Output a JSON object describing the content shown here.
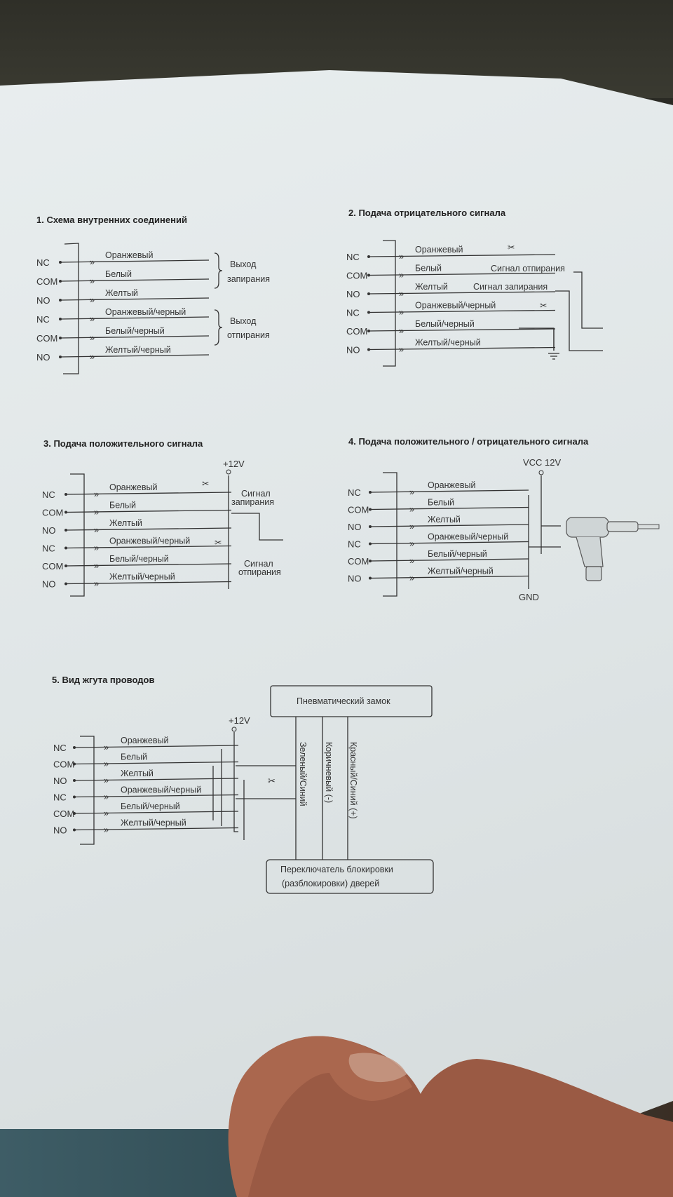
{
  "diagram1": {
    "title": "1. Схема внутренних соединений",
    "pins": [
      "NC",
      "COM",
      "NO",
      "NC",
      "COM",
      "NO"
    ],
    "wires": [
      "Оранжевый",
      "Белый",
      "Желтый",
      "Оранжевый/черный",
      "Белый/черный",
      "Желтый/черный"
    ],
    "group1_line1": "Выход",
    "group1_line2": "запирания",
    "group2_line1": "Выход",
    "group2_line2": "отпирания"
  },
  "diagram2": {
    "title": "2. Подача отрицательного сигнала",
    "pins": [
      "NC",
      "COM",
      "NO",
      "NC",
      "COM",
      "NO"
    ],
    "wires": [
      "Оранжевый",
      "Белый",
      "Желтый",
      "Оранжевый/черный",
      "Белый/черный",
      "Желтый/черный"
    ],
    "signal_unlock": "Сигнал отпирания",
    "signal_lock": "Сигнал запирания"
  },
  "diagram3": {
    "title": "3. Подача положительного сигнала",
    "voltage": "+12V",
    "pins": [
      "NC",
      "COM",
      "NO",
      "NC",
      "COM",
      "NO"
    ],
    "wires": [
      "Оранжевый",
      "Белый",
      "Желтый",
      "Оранжевый/черный",
      "Белый/черный",
      "Желтый/черный"
    ],
    "lock_line1": "Сигнал",
    "lock_line2": "запирания",
    "unlock_line1": "Сигнал",
    "unlock_line2": "отпирания"
  },
  "diagram4": {
    "title": "4. Подача положительного / отрицательного сигнала",
    "vcc": "VCC 12V",
    "gnd": "GND",
    "pins": [
      "NC",
      "COM",
      "NO",
      "NC",
      "COM",
      "NO"
    ],
    "wires": [
      "Оранжевый",
      "Белый",
      "Желтый",
      "Оранжевый/черный",
      "Белый/черный",
      "Желтый/черный"
    ]
  },
  "diagram5": {
    "title": "5. Вид жгута проводов",
    "voltage": "+12V",
    "pins": [
      "NC",
      "COM",
      "NO",
      "NC",
      "COM",
      "NO"
    ],
    "wires": [
      "Оранжевый",
      "Белый",
      "Желтый",
      "Оранжевый/черный",
      "Белый/черный",
      "Желтый/черный"
    ],
    "top_box": "Пневматический замок",
    "bottom_box_line1": "Переключатель блокировки",
    "bottom_box_line2": "(разблокировки) дверей",
    "wire_green": "Зеленый/Синий",
    "wire_brown": "Коричневый (-)",
    "wire_red": "Красный/Синий (+)"
  }
}
